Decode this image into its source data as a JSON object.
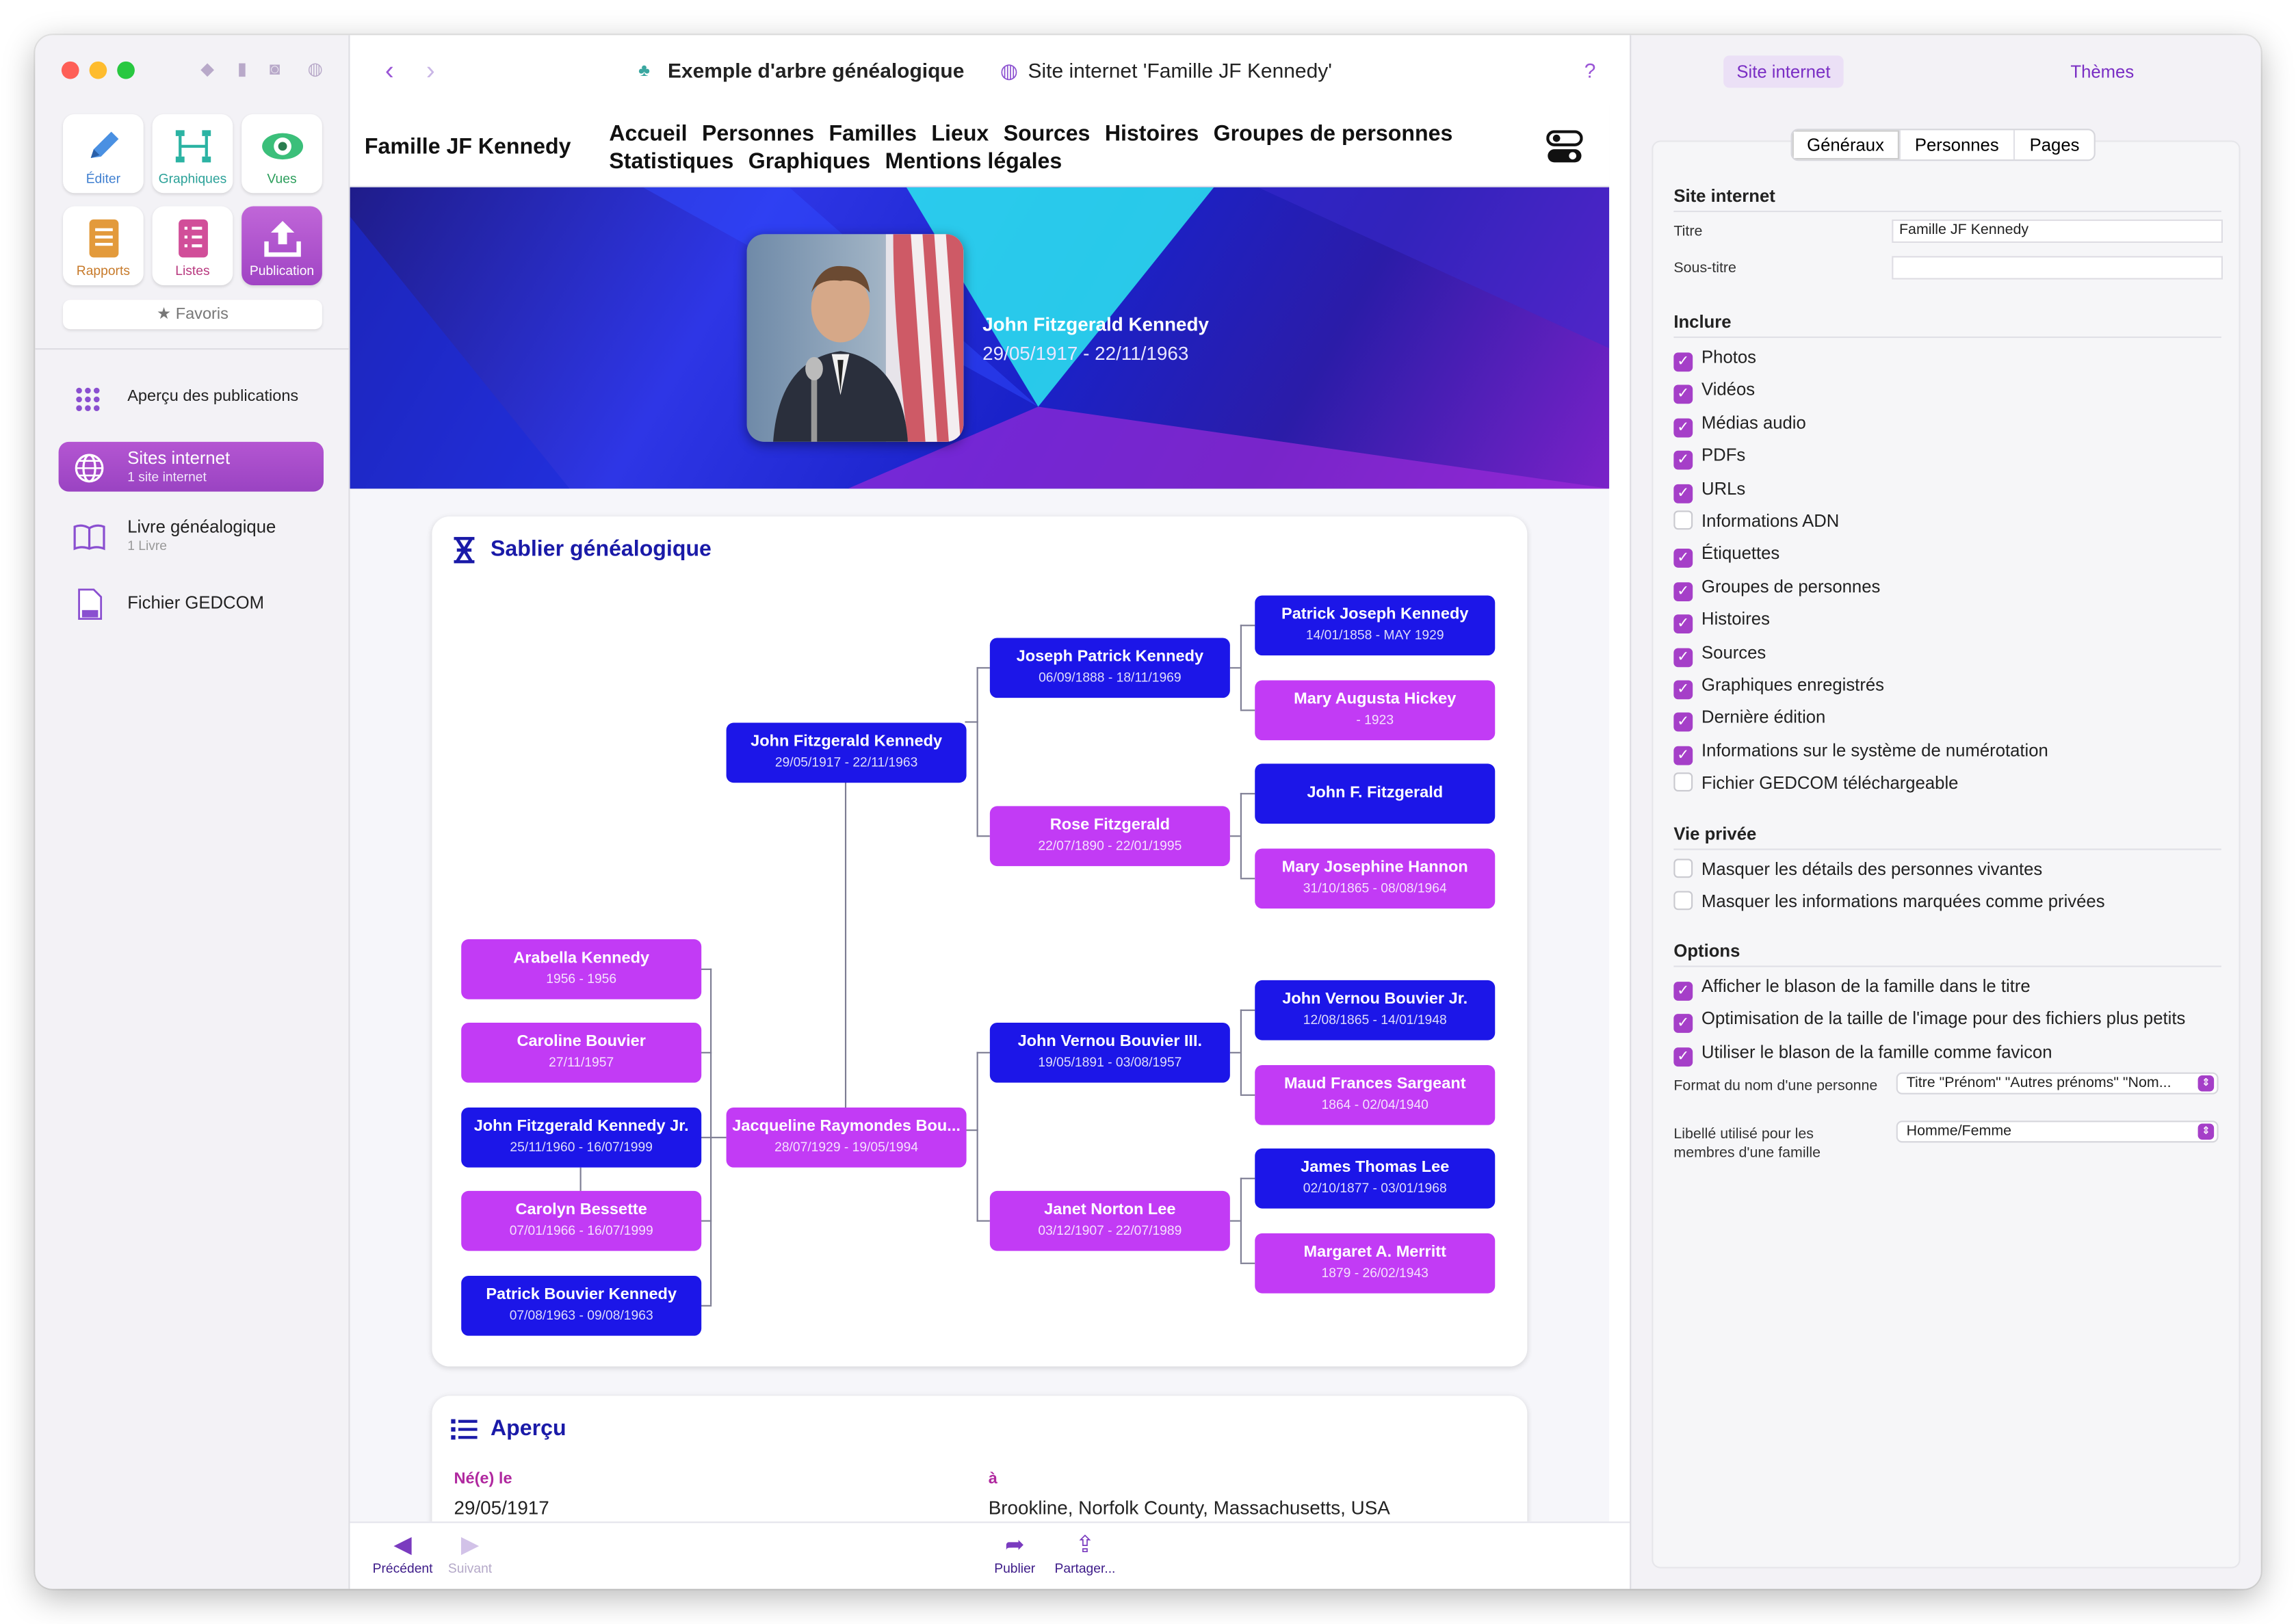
{
  "toolbar": {
    "title": "Exemple d'arbre généalogique",
    "subtitle": "Site internet 'Famille JF Kennedy'",
    "help": "?"
  },
  "tools": [
    {
      "label": "Éditer"
    },
    {
      "label": "Graphiques"
    },
    {
      "label": "Vues"
    },
    {
      "label": "Rapports"
    },
    {
      "label": "Listes"
    },
    {
      "label": "Publication"
    }
  ],
  "favoris": "Favoris",
  "sidebar": {
    "items": [
      {
        "label": "Aperçu des publications",
        "sub": ""
      },
      {
        "label": "Sites internet",
        "sub": "1 site internet"
      },
      {
        "label": "Livre généalogique",
        "sub": "1 Livre"
      },
      {
        "label": "Fichier GEDCOM",
        "sub": ""
      }
    ]
  },
  "web": {
    "brand": "Famille JF Kennedy",
    "menu": [
      "Accueil",
      "Personnes",
      "Familles",
      "Lieux",
      "Sources",
      "Histoires",
      "Groupes de personnes",
      "Statistiques",
      "Graphiques",
      "Mentions légales"
    ],
    "hero": {
      "name": "John Fitzgerald Kennedy",
      "dates": "29/05/1917 - 22/11/1963"
    },
    "hourglass": {
      "title": "Sablier généalogique",
      "persons": [
        {
          "name": "John Fitzgerald Kennedy",
          "dates": "29/05/1917 - 22/11/1963"
        },
        {
          "name": "Joseph Patrick Kennedy",
          "dates": "06/09/1888 - 18/11/1969"
        },
        {
          "name": "Rose Fitzgerald",
          "dates": "22/07/1890 - 22/01/1995"
        },
        {
          "name": "Patrick Joseph Kennedy",
          "dates": "14/01/1858 - MAY 1929"
        },
        {
          "name": "Mary Augusta Hickey",
          "dates": "- 1923"
        },
        {
          "name": "John F. Fitzgerald",
          "dates": ""
        },
        {
          "name": "Mary Josephine Hannon",
          "dates": "31/10/1865 - 08/08/1964"
        },
        {
          "name": "Jacqueline Raymondes Bou...",
          "dates": "28/07/1929 - 19/05/1994"
        },
        {
          "name": "John Vernou Bouvier III.",
          "dates": "19/05/1891 - 03/08/1957"
        },
        {
          "name": "Janet Norton Lee",
          "dates": "03/12/1907 - 22/07/1989"
        },
        {
          "name": "John Vernou Bouvier Jr.",
          "dates": "12/08/1865 - 14/01/1948"
        },
        {
          "name": "Maud Frances Sargeant",
          "dates": "1864 - 02/04/1940"
        },
        {
          "name": "James Thomas Lee",
          "dates": "02/10/1877 - 03/01/1968"
        },
        {
          "name": "Margaret A. Merritt",
          "dates": "1879 - 26/02/1943"
        },
        {
          "name": "Arabella Kennedy",
          "dates": "1956 - 1956"
        },
        {
          "name": "Caroline Bouvier",
          "dates": "27/11/1957"
        },
        {
          "name": "John Fitzgerald Kennedy Jr.",
          "dates": "25/11/1960 - 16/07/1999"
        },
        {
          "name": "Carolyn Bessette",
          "dates": "07/01/1966 - 16/07/1999"
        },
        {
          "name": "Patrick Bouvier Kennedy",
          "dates": "07/08/1963 - 09/08/1963"
        }
      ]
    },
    "overview": {
      "title": "Aperçu",
      "born_label": "Né(e) le",
      "born": "29/05/1917",
      "at_label": "à",
      "place": "Brookline, Norfolk County, Massachusetts, USA"
    }
  },
  "bottom": {
    "prev": "Précédent",
    "next": "Suivant",
    "publish": "Publier",
    "share": "Partager..."
  },
  "inspector": {
    "tabs": [
      "Site internet",
      "Thèmes"
    ],
    "segments": [
      "Généraux",
      "Personnes",
      "Pages"
    ],
    "site": {
      "section": "Site internet",
      "title_label": "Titre",
      "title_value": "Famille JF Kennedy",
      "subtitle_label": "Sous-titre",
      "subtitle_value": ""
    },
    "include": {
      "section": "Inclure",
      "items": [
        {
          "label": "Photos",
          "checked": true
        },
        {
          "label": "Vidéos",
          "checked": true
        },
        {
          "label": "Médias audio",
          "checked": true
        },
        {
          "label": "PDFs",
          "checked": true
        },
        {
          "label": "URLs",
          "checked": true
        },
        {
          "label": "Informations ADN",
          "checked": false
        },
        {
          "label": "Étiquettes",
          "checked": true
        },
        {
          "label": "Groupes de personnes",
          "checked": true
        },
        {
          "label": "Histoires",
          "checked": true
        },
        {
          "label": "Sources",
          "checked": true
        },
        {
          "label": "Graphiques enregistrés",
          "checked": true
        },
        {
          "label": "Dernière édition",
          "checked": true
        },
        {
          "label": "Informations sur le système de numérotation",
          "checked": true
        },
        {
          "label": "Fichier GEDCOM téléchargeable",
          "checked": false
        }
      ]
    },
    "privacy": {
      "section": "Vie privée",
      "items": [
        {
          "label": "Masquer les détails des personnes vivantes",
          "checked": false
        },
        {
          "label": "Masquer les informations marquées comme privées",
          "checked": false
        }
      ]
    },
    "options": {
      "section": "Options",
      "items": [
        {
          "label": "Afficher le blason de la famille dans le titre",
          "checked": true
        },
        {
          "label": "Optimisation de la taille de l'image pour des fichiers plus petits",
          "checked": true
        },
        {
          "label": "Utiliser le blason de la famille comme favicon",
          "checked": true
        }
      ],
      "name_format_label": "Format du nom d'une personne",
      "name_format_value": "Titre \"Prénom\" \"Autres prénoms\" \"Nom...",
      "member_label": "Libellé utilisé pour les membres d'une famille",
      "member_value": "Homme/Femme"
    }
  },
  "colors": {
    "accent": "#a53fc8",
    "blue_box": "#1c16e8",
    "pink_box": "#c23bf5",
    "title_blue": "#1a1aa8"
  }
}
